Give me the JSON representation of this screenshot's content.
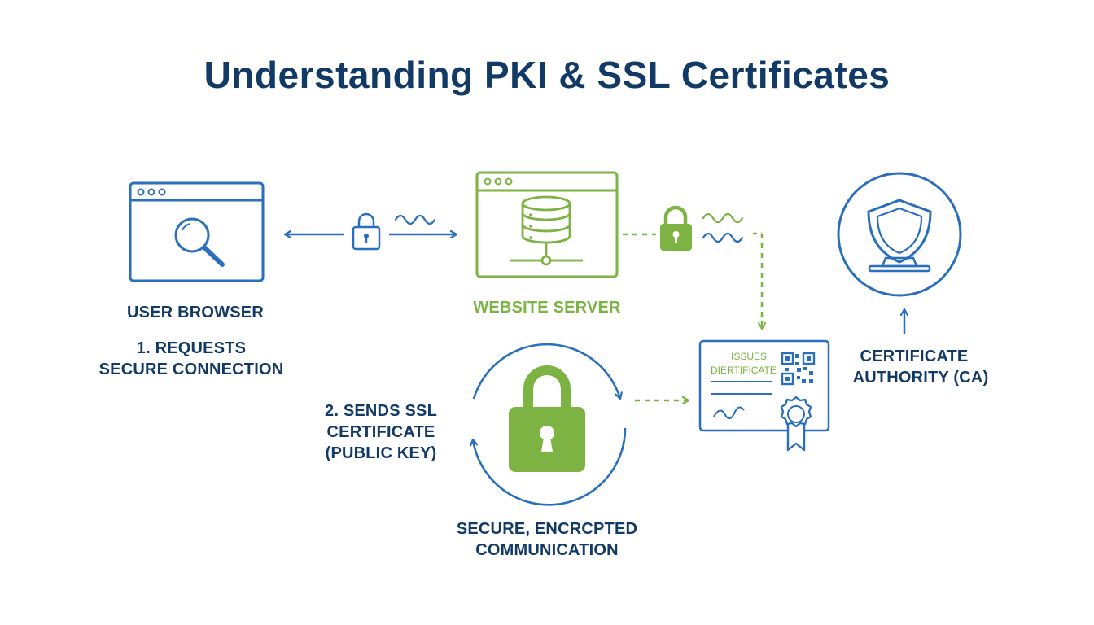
{
  "title": "Understanding PKI & SSL Certificates",
  "colors": {
    "blue": "#2a6fbd",
    "navy": "#123a66",
    "green": "#7cb342"
  },
  "nodes": {
    "browser": {
      "label": "USER BROWSER",
      "icon": "browser-window-search-icon"
    },
    "server": {
      "label": "WEBSITE SERVER",
      "icon": "server-window-database-icon"
    },
    "ca": {
      "label_line1": "CERTIFICATE",
      "label_line2": "AUTHORITY (CA)",
      "icon": "shield-badge-icon"
    },
    "certificate": {
      "text_line1": "ISSUES",
      "text_line2": "DIERTIFICATE",
      "icon": "ssl-certificate-icon"
    },
    "secure_channel": {
      "label_line1": "SECURE, ENCRCPTED",
      "label_line2": "COMMUNICATION",
      "icon": "padlock-cycle-icon"
    }
  },
  "steps": {
    "step1": {
      "line1": "1. REQUESTS",
      "line2": "SECURE CONNECTION"
    },
    "step2": {
      "line1": "2. SENDS SSL",
      "line2": "CERTIFICATE",
      "line3": "(PUBLIC KEY)"
    }
  }
}
